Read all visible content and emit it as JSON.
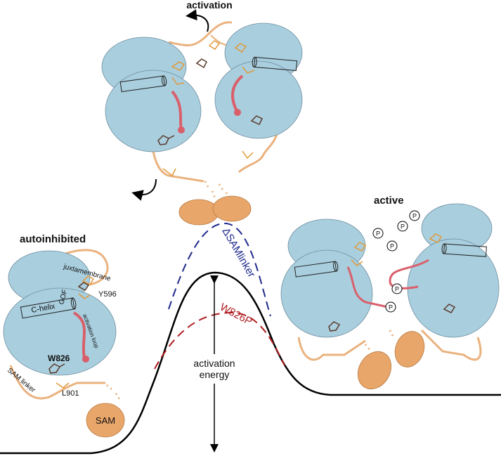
{
  "labels": {
    "activation": "activation",
    "autoinhibited": "autoinhibited",
    "active": "active",
    "juxtamembrane": "juxtamembrane",
    "gof": "GOF",
    "y596": "Y596",
    "c_helix": "C-helix",
    "activation_loop": "activation loop",
    "w826": "W826",
    "sam_linker": "SAM linker",
    "l901": "L901",
    "sam": "SAM",
    "delta_sam_linker": "ΔSAMlinker",
    "w826p": "W826P",
    "activation_energy_1": "activation",
    "activation_energy_2": "energy",
    "phospho": "P"
  },
  "colors": {
    "kinase_domain": "#a9cede",
    "kinase_outline": "#6f8fa0",
    "sam_domain": "#e9a66b",
    "linker": "#eab27e",
    "activation_loop": "#d9606b",
    "residue_side_chain": "#e19a3a",
    "tryptophan": "#5a3a2a",
    "curve_main": "#000000",
    "curve_delta_sam": "#1f2a8c",
    "curve_w826p": "#b01e22"
  }
}
